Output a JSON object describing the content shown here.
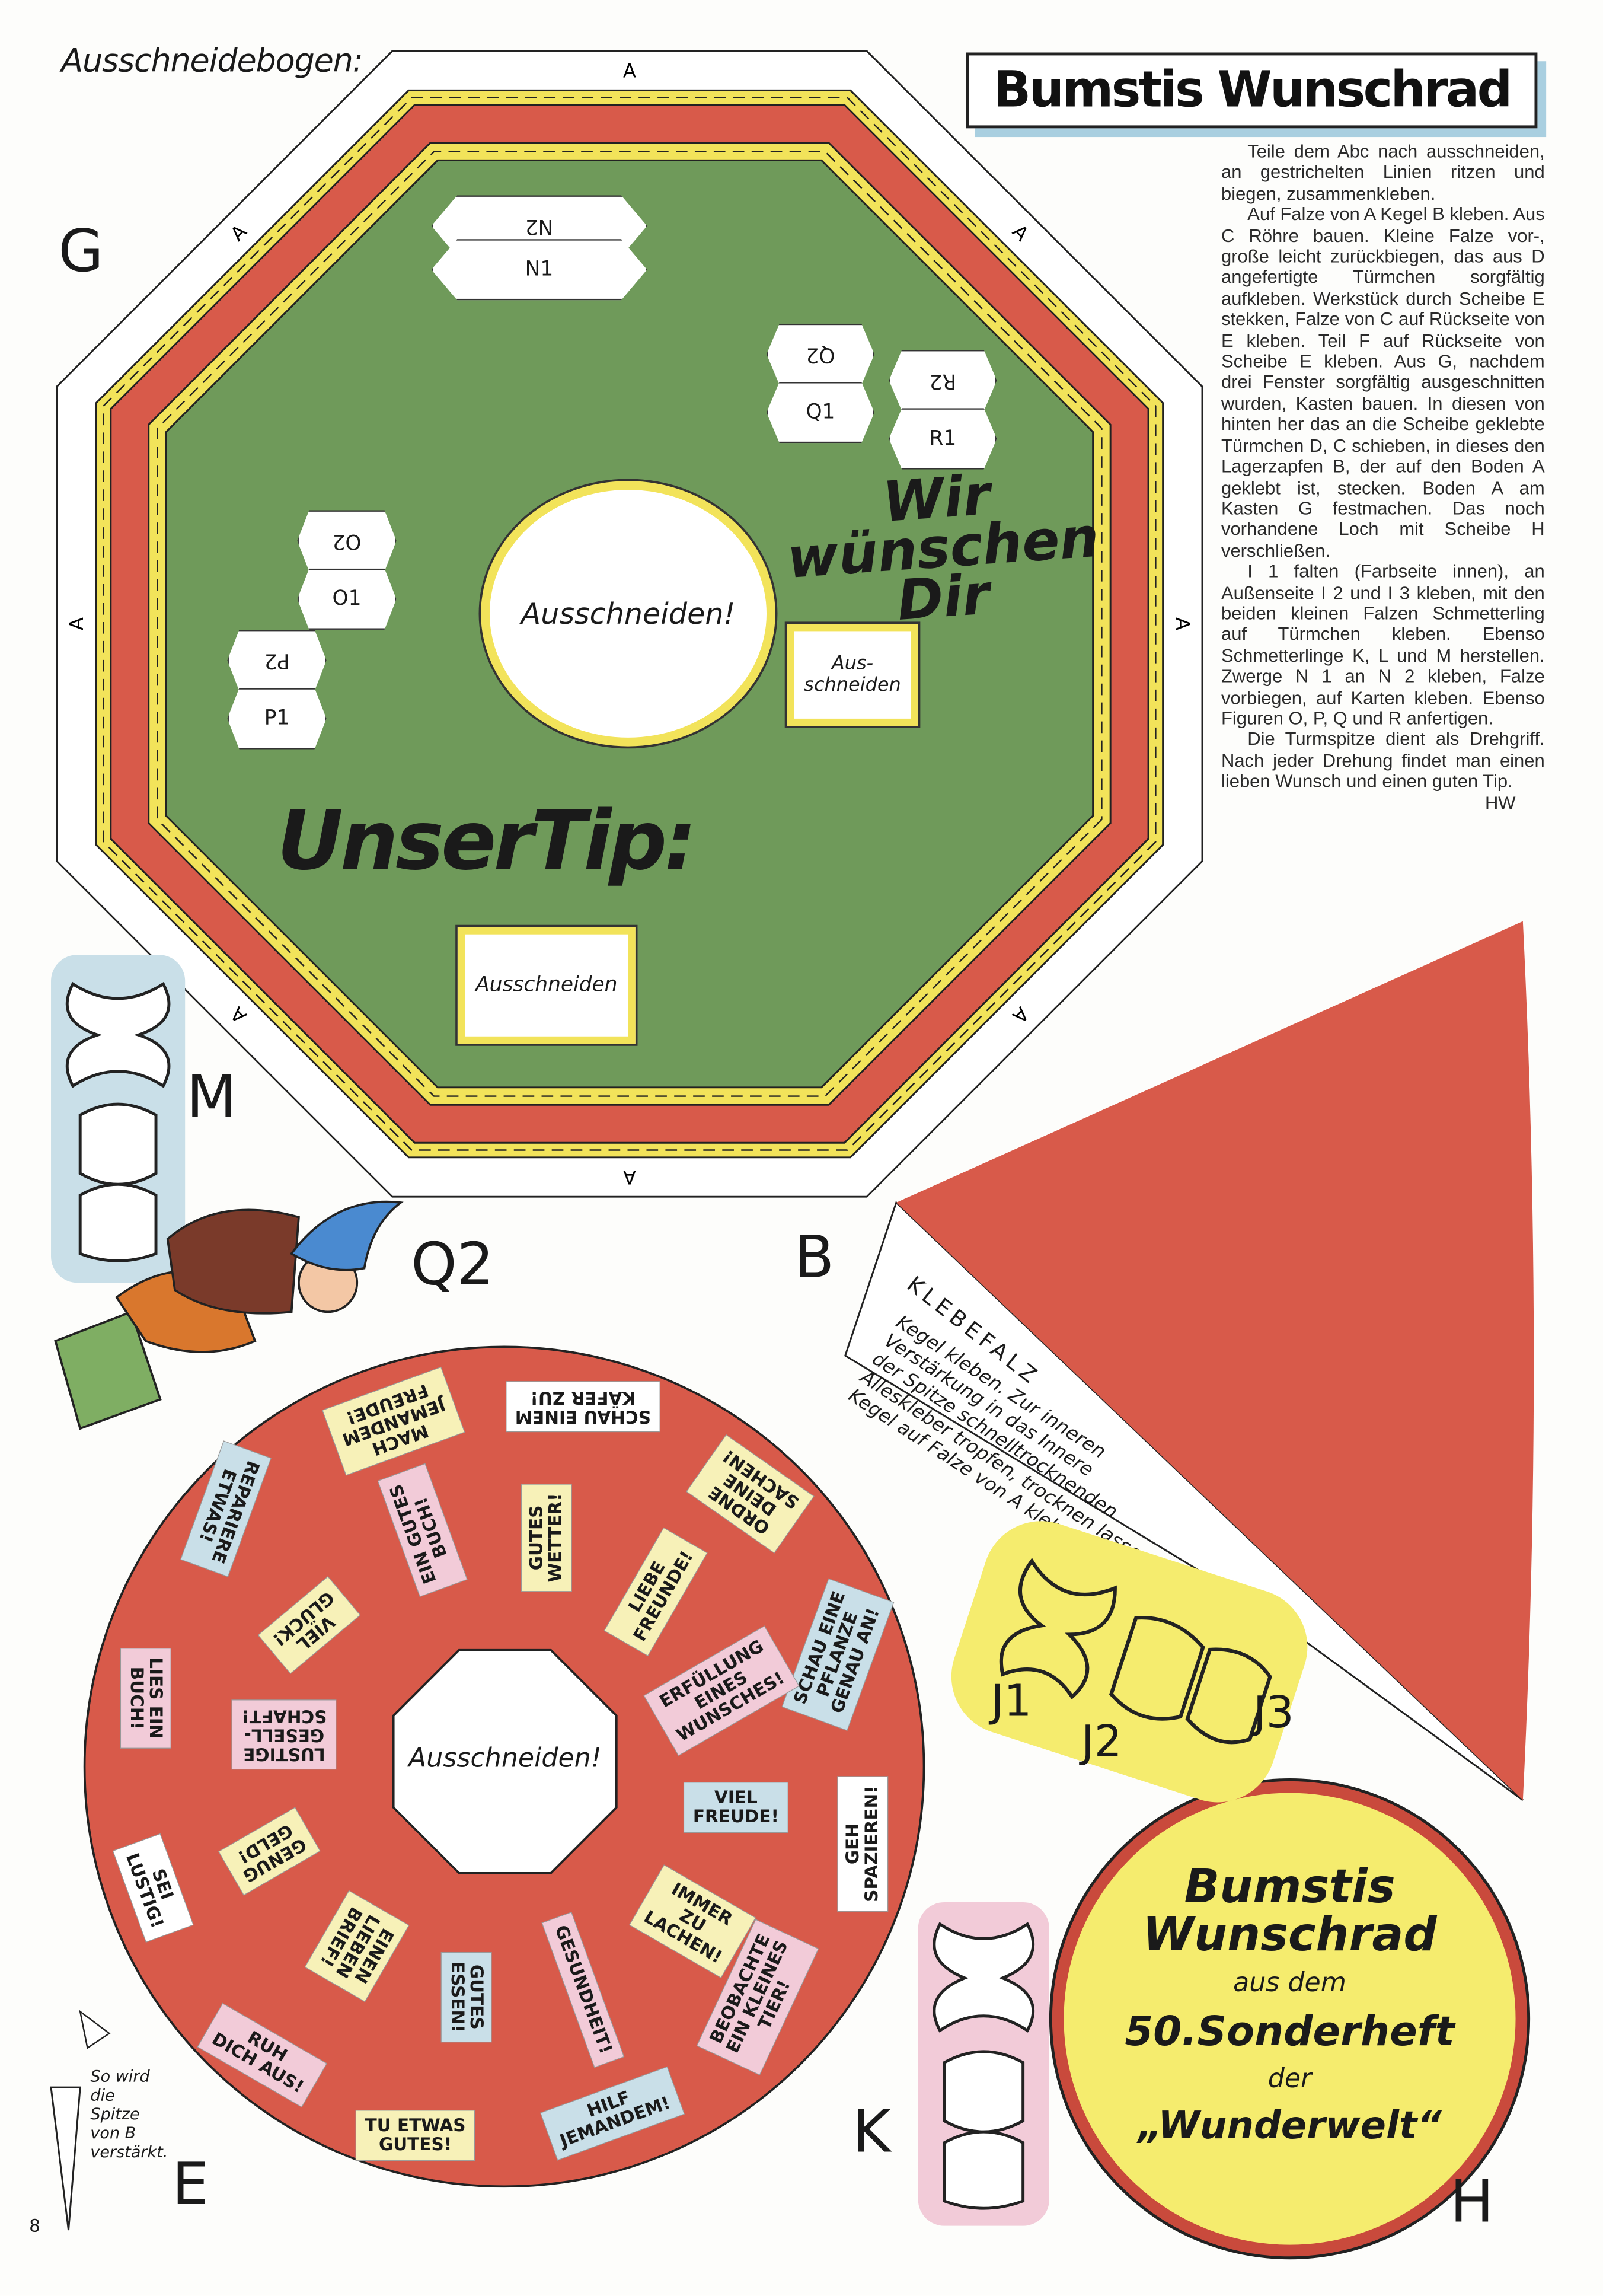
{
  "header": {
    "kicker": "Ausschneidebogen:",
    "title": "Bumstis Wunschrad"
  },
  "instructions": {
    "paragraphs": [
      "Teile dem Abc nach ausschneiden, an gestrichelten Linien ritzen und biegen, zusammenkleben.",
      "Auf Falze von A Kegel B kleben. Aus C Röhre bauen. Kleine Falze vor-, große leicht zurückbiegen, das aus D angefertigte Türmchen sorgfältig aufkleben. Werkstück durch Scheibe E stekken, Falze von C auf Rückseite von E kleben. Teil F auf Rückseite von Scheibe E kleben. Aus G, nachdem drei Fenster sorgfältig ausgeschnitten wurden, Kasten bauen. In diesen von hinten her das an die Scheibe geklebte Türmchen D, C schieben, in dieses den Lagerzapfen B, der auf den Boden A geklebt ist, stecken. Boden A am Kasten G festmachen. Das noch vorhandene Loch mit Scheibe H verschließen.",
      "I 1 falten (Farbseite innen), an Außenseite I 2 und I 3 kleben, mit den beiden kleinen Falzen Schmetterling auf Türmchen kleben. Ebenso Schmetterlinge K, L und M herstellen. Zwerge N 1 an N 2 kleben, Falze vorbiegen, auf Karten kleben. Ebenso Figuren O, P, Q und R anfertigen.",
      "Die Turmspitze dient als Drehgriff. Nach jeder Drehung findet man einen lieben Wunsch und einen guten Tip."
    ],
    "signature": "HW"
  },
  "octagon": {
    "flap_label": "A",
    "wish_text": "Wir wünschen Dir",
    "tip_text": "UnserTip:",
    "center_window": "Ausschneiden!",
    "small_window": "Aus-schneiden",
    "tip_window": "Ausschneiden",
    "part_label": "G",
    "figures": [
      "N2",
      "N1",
      "Q2",
      "Q1",
      "R2",
      "R1",
      "O2",
      "O1",
      "P2",
      "P1"
    ]
  },
  "cone": {
    "label": "B",
    "flap_title": "KLEBEFALZ",
    "note_lines": [
      "Kegel kleben. Zur inneren",
      "Verstärkung in das Innere",
      "der Spitze schnelltrocknenden",
      "Alleskleber tropfen, trocknen lassen.",
      "Kegel auf Falze von A kleben."
    ]
  },
  "wheel": {
    "label": "E",
    "center": "Ausschneiden!",
    "wishes": [
      "MACH\nJEMANDEM\nFREUDE!",
      "SCHAU EINEM\nKÄFER ZU!",
      "ORDNE\nDEINE\nSACHEN!",
      "REPARIERE\nETWAS!",
      "EIN GUTES\nBUCH!",
      "GUTES\nWETTER!",
      "LIEBE\nFREUNDE!",
      "SCHAU EINE\nPFLANZE\nGENAU AN!",
      "VIEL\nGLÜCK!",
      "LIES EIN\nBUCH!",
      "ERFÜLLUNG\nEINES\nWUNSCHES!",
      "LUSTIGE\nGESELL-\nSCHAFT!",
      "VIEL\nFREUDE!",
      "GEH\nSPAZIEREN!",
      "SEI\nLUSTIG!",
      "GENUG\nGELD!",
      "IMMER\nZU\nLACHEN!",
      "EINEN\nLIEBEN\nBRIEF!",
      "GUTES\nESSEN!",
      "GESUNDHEIT!",
      "BEOBACHTE\nEIN KLEINES\nTIER!",
      "RUH\nDICH AUS!",
      "TU ETWAS\nGUTES!",
      "HILF\nJEMANDEM!"
    ]
  },
  "disc_h": {
    "lines": [
      "Bumstis",
      "Wunschrad",
      "aus dem",
      "50.Sonderheft",
      "der",
      "„Wunderwelt“"
    ],
    "label": "H"
  },
  "butterflies": {
    "m": "M",
    "k": "K",
    "j": [
      "J1",
      "J2",
      "J3"
    ]
  },
  "gnome": {
    "label": "Q2"
  },
  "tip_note": "So wird die Spitze von B verstärkt.",
  "page_number": "8",
  "colors": {
    "green": "#6f9a5a",
    "red": "#d85a4a",
    "yellow": "#f2e35a",
    "blue": "#c9dfe8",
    "pink": "#f2cbd8"
  }
}
